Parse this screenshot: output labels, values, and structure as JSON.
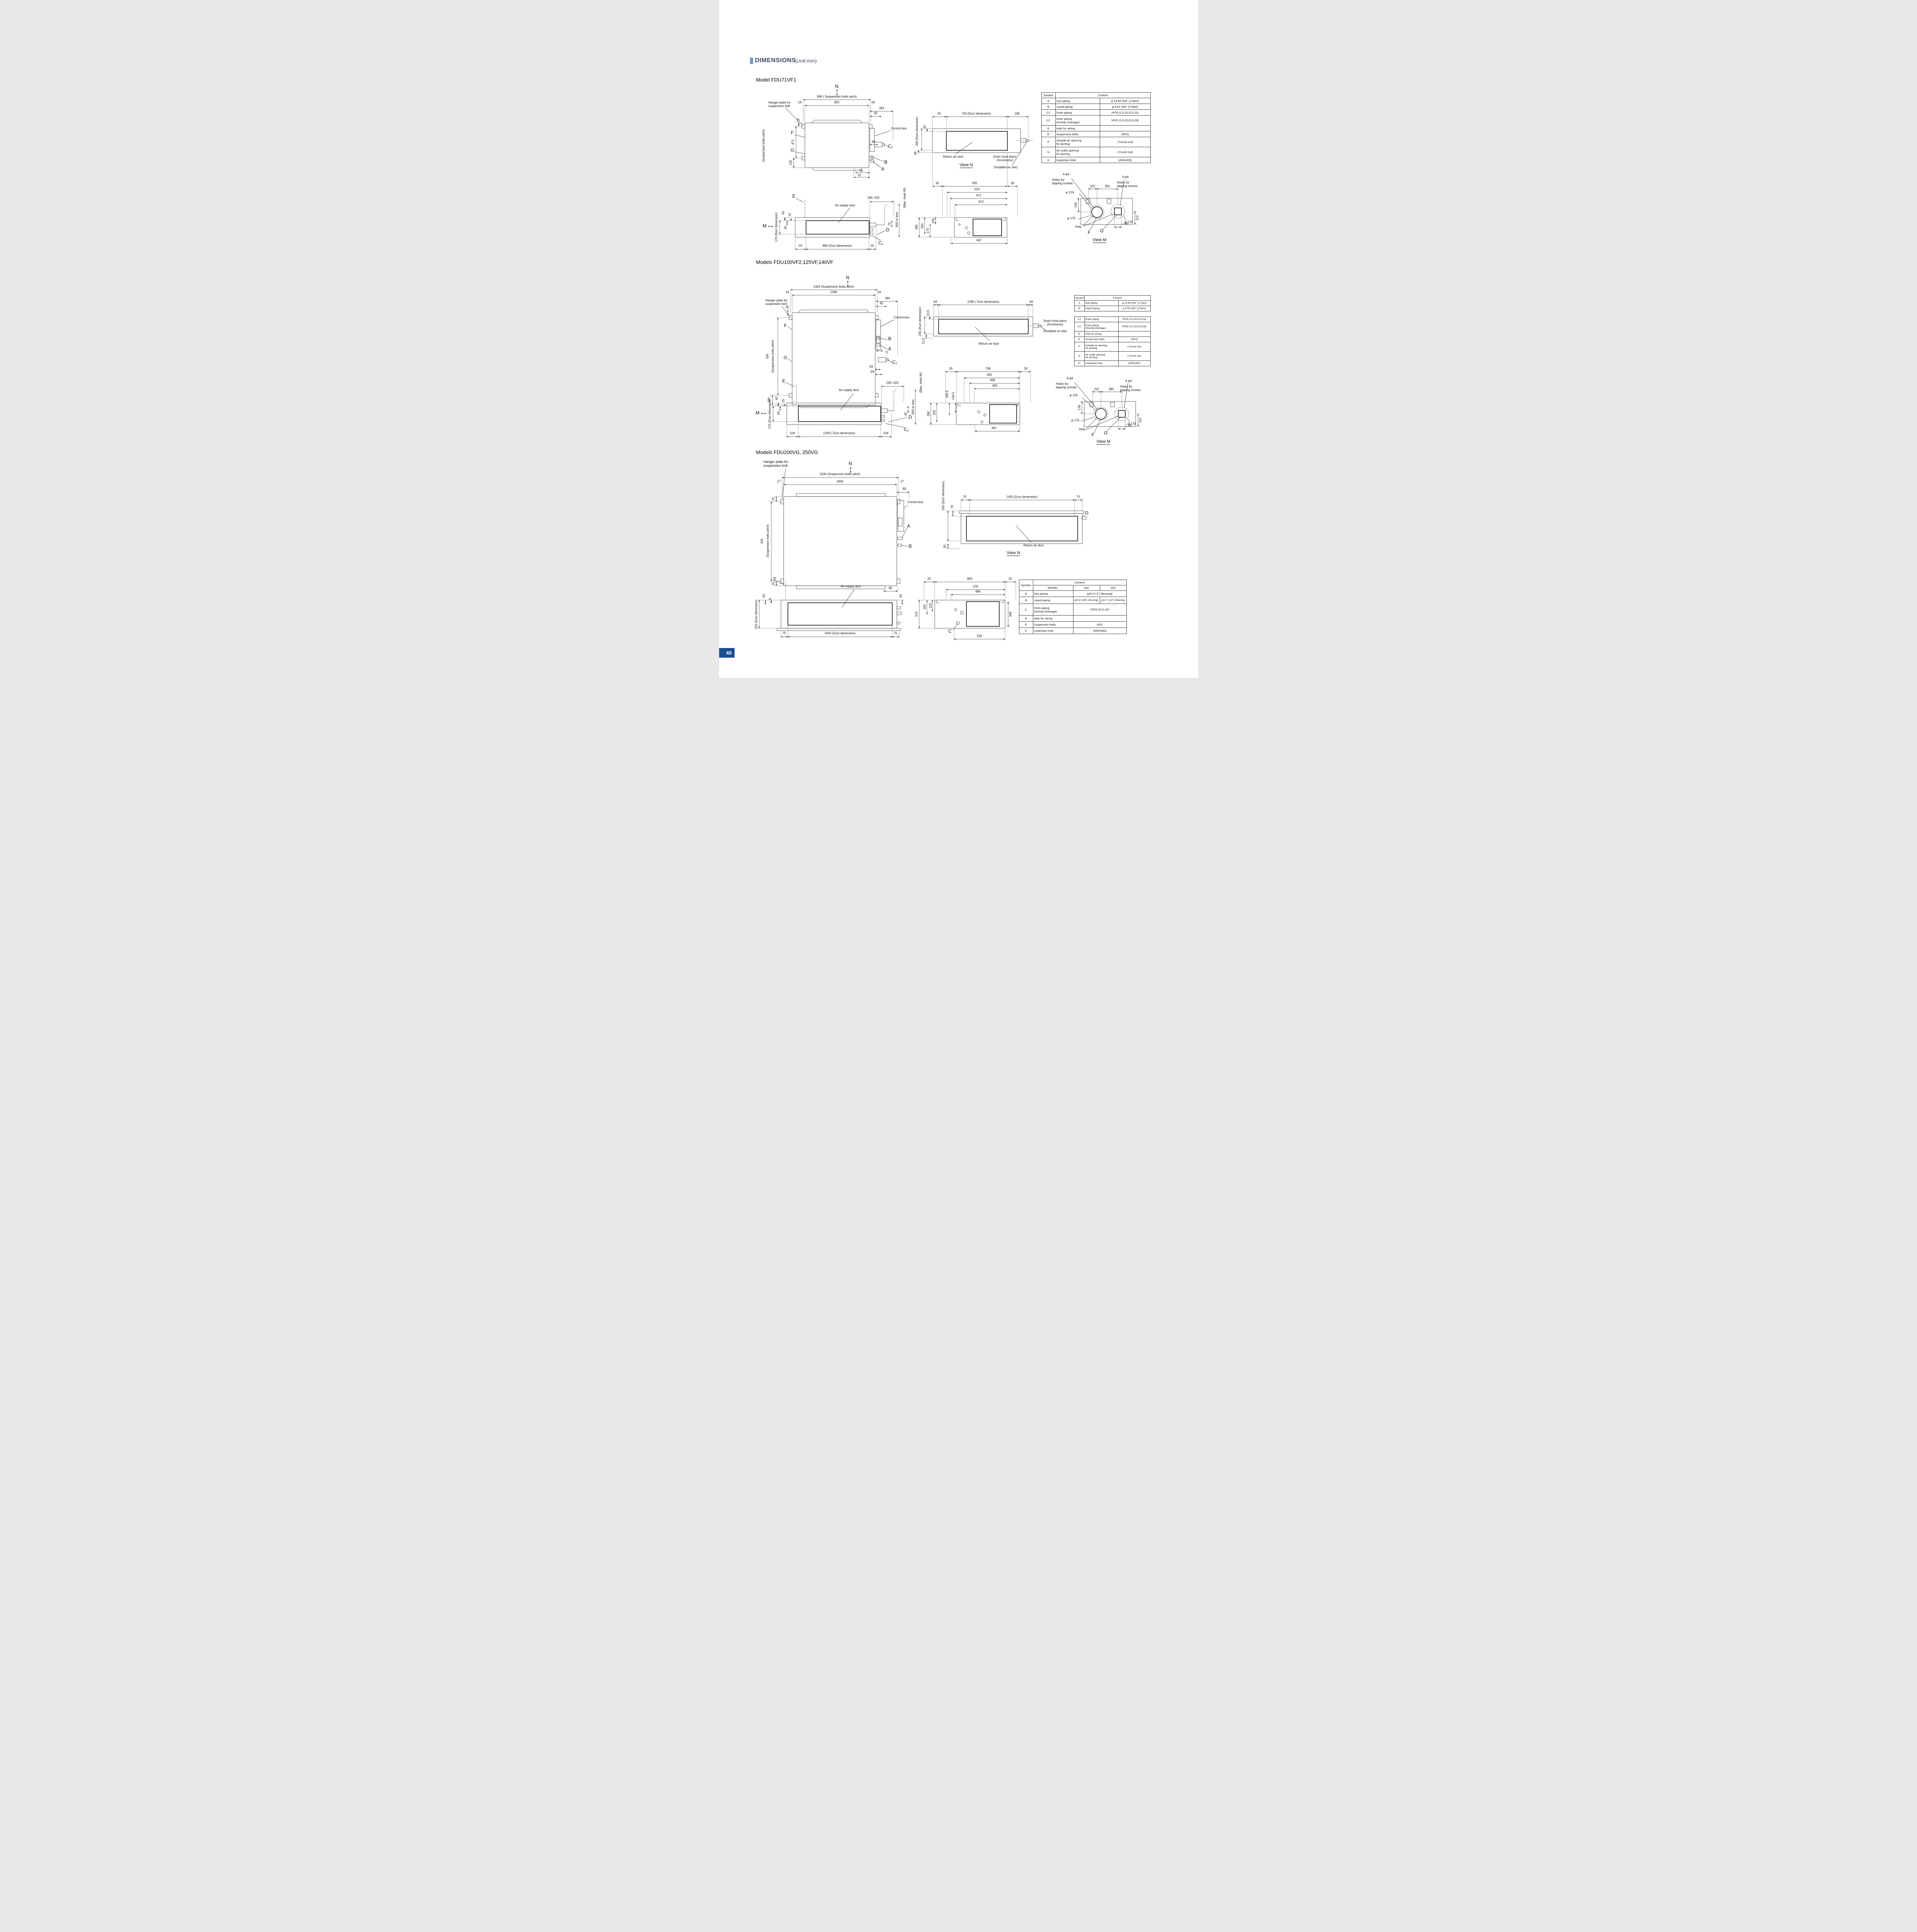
{
  "page": {
    "title": "DIMENSIONS",
    "unit": "(Unit:mm)",
    "page_number": "40"
  },
  "common": {
    "n": "N",
    "m": "M",
    "sbp": "(Suspension bolts pitch)",
    "hanger": "Hanger plate for\nsuspension bolt",
    "control_box": "Control box",
    "air_supply": "Air supply duct",
    "return_air": "Return air duct",
    "view_n": "View N",
    "view_m": "View M",
    "max_drain": "(Max. drain lift)",
    "or_less": "600  or less",
    "drain_hose": "Drain hose piece\n(Accessory)",
    "installed": "(Installed on site)",
    "holes": "Holes for\ntapping screws",
    "four_phi": "4-φ4",
    "phi124": "φ 124",
    "phi170": "φ 170",
    "sq90": "□ 90",
    "hole": "Hole",
    "A": "A",
    "B": "B",
    "C": "C",
    "D": "D",
    "E": "E",
    "F": "F",
    "G": "G",
    "C1": "C₁",
    "C2": "C₂"
  },
  "s1": {
    "model": "Model FDU71VF1",
    "dims": {
      "pitch": "986 ( Suspension bolts pitch)",
      "d18a": "18",
      "d950": "950",
      "d18b": "18",
      "d284": "284",
      "d82": "82",
      "d28": "28",
      "d472": "472",
      "d135": "135",
      "d69": "69",
      "d58": "58",
      "d67": "67",
      "duct200": "200 (Duct dimension)",
      "d41": "41",
      "d65": "65",
      "duct740": "740  (Duct dimension)",
      "d185": "185",
      "d39": "39",
      "d295": "295~325",
      "duct170": "170  (Duct dimension)",
      "d43": "43",
      "d15": "15",
      "d50": "50",
      "d76": "76",
      "d280": "280",
      "d250": "250",
      "d175": "175",
      "d105": "105",
      "d55a": "55",
      "duct880": "880 (Duct dimension)",
      "d55b": "55",
      "d30a": "30",
      "d635": "635",
      "d30b": "30",
      "d510": "510",
      "d471": "471",
      "d413": "413",
      "d467": "467",
      "d152": "152",
      "d262": "262",
      "d139": "139",
      "d113": "113"
    }
  },
  "s2": {
    "model": "Models FDU100VF2,125VF,140VF",
    "dims": {
      "pitch": "1404  (Suspension bolts pitch)",
      "d18a": "18",
      "d1368": "1368",
      "d18b": "18",
      "d284": "284",
      "d82": "82",
      "d28": "28",
      "d530": "530",
      "d180": "180",
      "d71": "71",
      "d59": "59",
      "d69": "69",
      "duct235": "235 (Duct dimension)",
      "d235": "23.5",
      "d64a": "64",
      "duct1280": "1280 ( Duct dimension)",
      "d64b": "64",
      "d215": "21.5",
      "d295": "295~325",
      "duct170": "170  (Duct dimension)",
      "d43": "43",
      "d15": "15",
      "d50": "50",
      "d92": "92",
      "d280": "280",
      "d250": "250",
      "d1845": "184.5",
      "d1345": "134.5",
      "d104a": "104",
      "duct1200": "1200  ( Duct dimension)",
      "d104b": "104",
      "d30a": "30",
      "d738": "738",
      "d30b": "30",
      "d635": "635",
      "d468": "468",
      "d405": "405",
      "d467": "467",
      "d152": "152",
      "d285": "285",
      "d139": "139",
      "d113": "113"
    }
  },
  "s3": {
    "model": "Models FDU200VG, 250VG",
    "dims": {
      "pitch": "1634 (Suspension bolts pitch)",
      "d17a": "17",
      "d1600": "1600",
      "d17b": "17",
      "d85": "85",
      "d31a": "31",
      "d831": "831",
      "d31b": "31",
      "d80": "80",
      "duct250": "250 (Duct dimension)",
      "d79": "79",
      "d75a": "75",
      "duct1450": "1450 (Duct dimension)",
      "d75b": "75",
      "d50": "50",
      "duct250b": "250 (Duct dimension)",
      "d50a": "50",
      "d6": "6",
      "d50b": "50",
      "d75c": "75",
      "duct1450b": "1450 (Duct dimension)",
      "d75d": "75",
      "d25a": "25",
      "d893": "893",
      "d25b": "25",
      "d579": "579",
      "d486": "486",
      "d165": "165",
      "d133": "133",
      "d379": "379",
      "d349": "349",
      "d539": "539"
    }
  },
  "symbol_table": {
    "h_symbol": "Symbol",
    "h_content": "Content",
    "rows": [
      {
        "sym": "A",
        "label": "Gas piping",
        "value": "φ 15.88  (5/8\" )( Flare)"
      },
      {
        "sym": "B",
        "label": "Liquid piping",
        "value": "φ 9.52  (3/8\"  )( Flare)"
      },
      {
        "sym": "C1",
        "label": "Drain piping",
        "value": "VP25  (I.D.25,O.D.32)"
      },
      {
        "sym": "C2",
        "label": "Drain piping\n (Gravity drainage)",
        "value": "VP20  (I.D.20,O.D.26)"
      },
      {
        "sym": "D",
        "label": "Hole for wiring",
        "value": ""
      },
      {
        "sym": "E",
        "label": "Suspension bolts",
        "value": "(M10)"
      },
      {
        "sym": "F",
        "label": "Outside air opening\nfor ducting",
        "value": "( Knock out)"
      },
      {
        "sym": "G",
        "label": "Air outlet opening\nfor ducting",
        "value": "( Knock out)"
      },
      {
        "sym": "H",
        "label": "Inspection hole",
        "value": "(450X450)"
      }
    ]
  },
  "model_table": {
    "h_symbol": "Symbol",
    "h_content": "Content",
    "h_model": "MODEL",
    "h_200": "200",
    "h_250": "250",
    "rows": [
      {
        "sym": "A",
        "label": "Gas piping",
        "value": "φ25.4 (1\")  (Brazing)"
      },
      {
        "sym": "B",
        "label": "Liquid piping",
        "v200": "φ9.52 (3/8\") (Brazing)",
        "v250": "φ12.7 (1/2\") (Brazing)"
      },
      {
        "sym": "C",
        "label": "Drain piping\n (Gravity drainage)",
        "value": "VP25 (O.D.32)"
      },
      {
        "sym": "D",
        "label": "Hole for wiring",
        "value": ""
      },
      {
        "sym": "E",
        "label": "Suspension bolts",
        "value": "M10"
      },
      {
        "sym": "F",
        "label": "Inspection hole",
        "value": "(450X450)"
      }
    ]
  }
}
